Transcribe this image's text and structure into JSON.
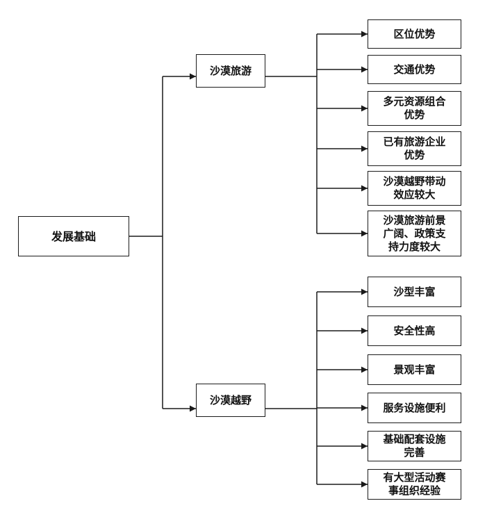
{
  "root": {
    "label": "发展基础"
  },
  "branches": [
    {
      "label": "沙漠旅游",
      "children": [
        "区位优势",
        "交通优势",
        "多元资源组合\n优势",
        "已有旅游企业\n优势",
        "沙漠越野带动\n效应较大",
        "沙漠旅游前景\n广阔、政策支\n持力度较大"
      ]
    },
    {
      "label": "沙漠越野",
      "children": [
        "沙型丰富",
        "安全性高",
        "景观丰富",
        "服务设施便利",
        "基础配套设施\n完善",
        "有大型活动赛\n事组织经验"
      ]
    }
  ]
}
